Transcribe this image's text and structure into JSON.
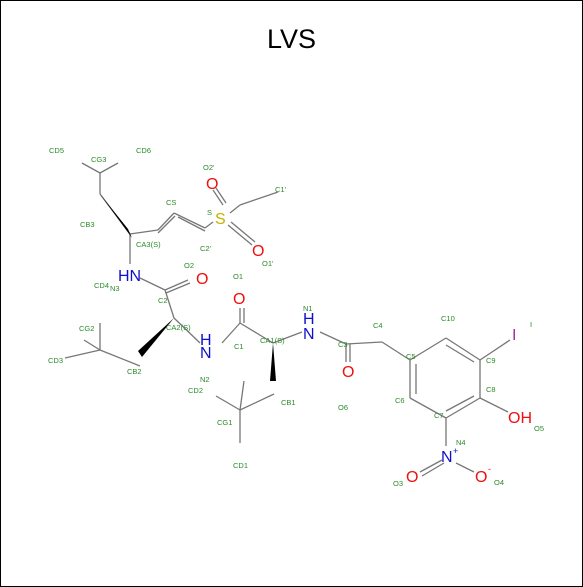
{
  "title": "LVS",
  "colors": {
    "carbon_bond": "#777777",
    "nitrogen": "#1010cc",
    "oxygen": "#ee1010",
    "sulfur": "#c8b000",
    "iodine": "#a0309a",
    "atom_label": "#2a8a2a"
  },
  "atoms": {
    "hn1": "HN",
    "n1": "N",
    "h1": "H",
    "hn2": "H",
    "n2": "N",
    "hn3": "H",
    "n3": "N",
    "o_amide1": "O",
    "o_amide2": "O",
    "o_amide3": "O",
    "s": "S",
    "o_s1": "O",
    "o_s2": "O",
    "oh_o": "OH",
    "iodine": "I",
    "nitro_n": "N",
    "nitro_plus": "+",
    "nitro_o1": "O",
    "nitro_o2": "O",
    "nitro_minus": "-"
  },
  "labels": {
    "cd5": "CD5",
    "cg3": "CG3",
    "cd6": "CD6",
    "cb3": "CB3",
    "cs": "CS",
    "s": "S",
    "o2p": "O2'",
    "c1p": "C1'",
    "ca3": "CA3(S)",
    "c2p": "C2'",
    "o1p": "O1'",
    "n3": "N3",
    "o2": "O2",
    "o1": "O1",
    "cd4": "CD4",
    "c2": "C2",
    "ca2": "CA2(S)",
    "cg2": "CG2",
    "cd3": "CD3",
    "cb2": "CB2",
    "n2": "N2",
    "c1": "C1",
    "ca1": "CA1(S)",
    "n1": "N1",
    "c3": "C3",
    "c4": "C4",
    "c10": "C10",
    "i": "I",
    "c5": "C5",
    "c9": "C9",
    "c8": "C8",
    "o5": "O5",
    "c7": "C7",
    "c6": "C6",
    "o6": "O6",
    "n4": "N4",
    "cd2": "CD2",
    "cb1": "CB1",
    "cg1": "CG1",
    "cd1": "CD1",
    "o3": "O3",
    "o4": "O4"
  }
}
